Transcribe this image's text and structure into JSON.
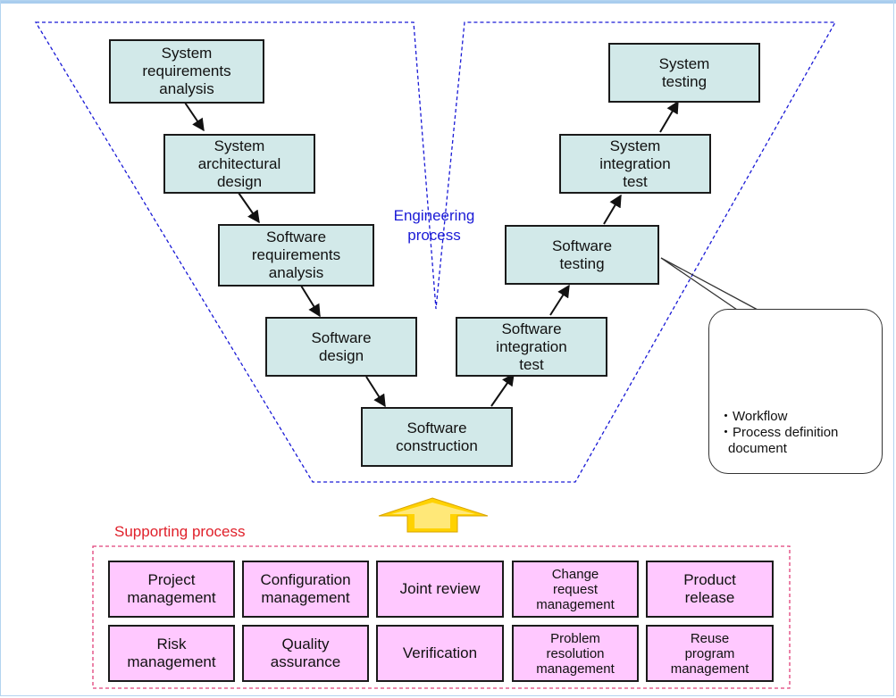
{
  "engineering": {
    "label": "Engineering\nprocess",
    "left_boxes": [
      "System\nrequirements\nanalysis",
      "System\narchitectural\ndesign",
      "Software\nrequirements\nanalysis",
      "Software\ndesign"
    ],
    "bottom_box": "Software\nconstruction",
    "right_boxes": [
      "Software\nintegration\ntest",
      "Software\ntesting",
      "System\nintegration\ntest",
      "System\ntesting"
    ]
  },
  "callout": {
    "line1": "・Workflow",
    "line2": "・Process definition",
    "line3": "document"
  },
  "supporting": {
    "label": "Supporting process",
    "row1": [
      "Project\nmanagement",
      "Configuration\nmanagement",
      "Joint review",
      "Change\nrequest\nmanagement",
      "Product\nrelease"
    ],
    "row2": [
      "Risk\nmanagement",
      "Quality\nassurance",
      "Verification",
      "Problem\nresolution\nmanagement",
      "Reuse\nprogram\nmanagement"
    ]
  },
  "colors": {
    "engineering_box": "#d2e9e9",
    "supporting_box": "#ffc8ff",
    "engineering_border": "#1a1ad6",
    "supporting_border": "#e0407a",
    "arrow_up": "#ffd200"
  }
}
